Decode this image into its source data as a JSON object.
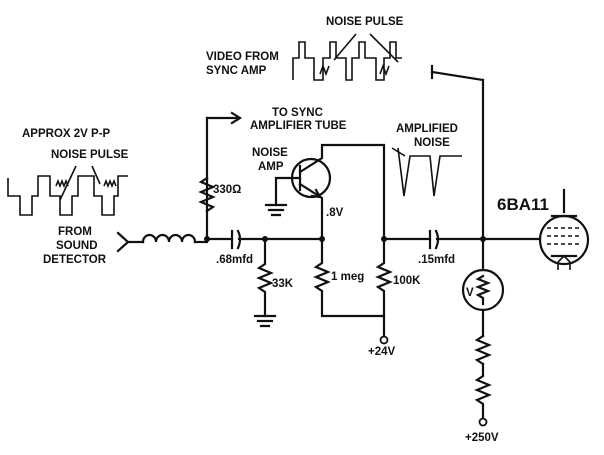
{
  "labels": {
    "noise_pulse_top": "NOISE PULSE",
    "video_from": "VIDEO FROM",
    "sync_amp": "SYNC AMP",
    "to_sync": "TO SYNC",
    "amplifier_tube": "AMPLIFIER TUBE",
    "approx": "APPROX 2V P-P",
    "noise_pulse_left": "NOISE PULSE",
    "noise": "NOISE",
    "amp": "AMP",
    "amplified": "AMPLIFIED",
    "noise_amplified": "NOISE",
    "from": "FROM",
    "sound": "SOUND",
    "detector": "DETECTOR",
    "r_330": "330Ω",
    "v_08": ".8V",
    "c_068": ".68mfd",
    "r_33k": "33K",
    "r_1meg": "1 meg",
    "r_100k": "100K",
    "c_015": ".15mfd",
    "plus_24v": "+24V",
    "plus_250v": "+250V",
    "tube": "6BA11",
    "vdr": "V"
  }
}
